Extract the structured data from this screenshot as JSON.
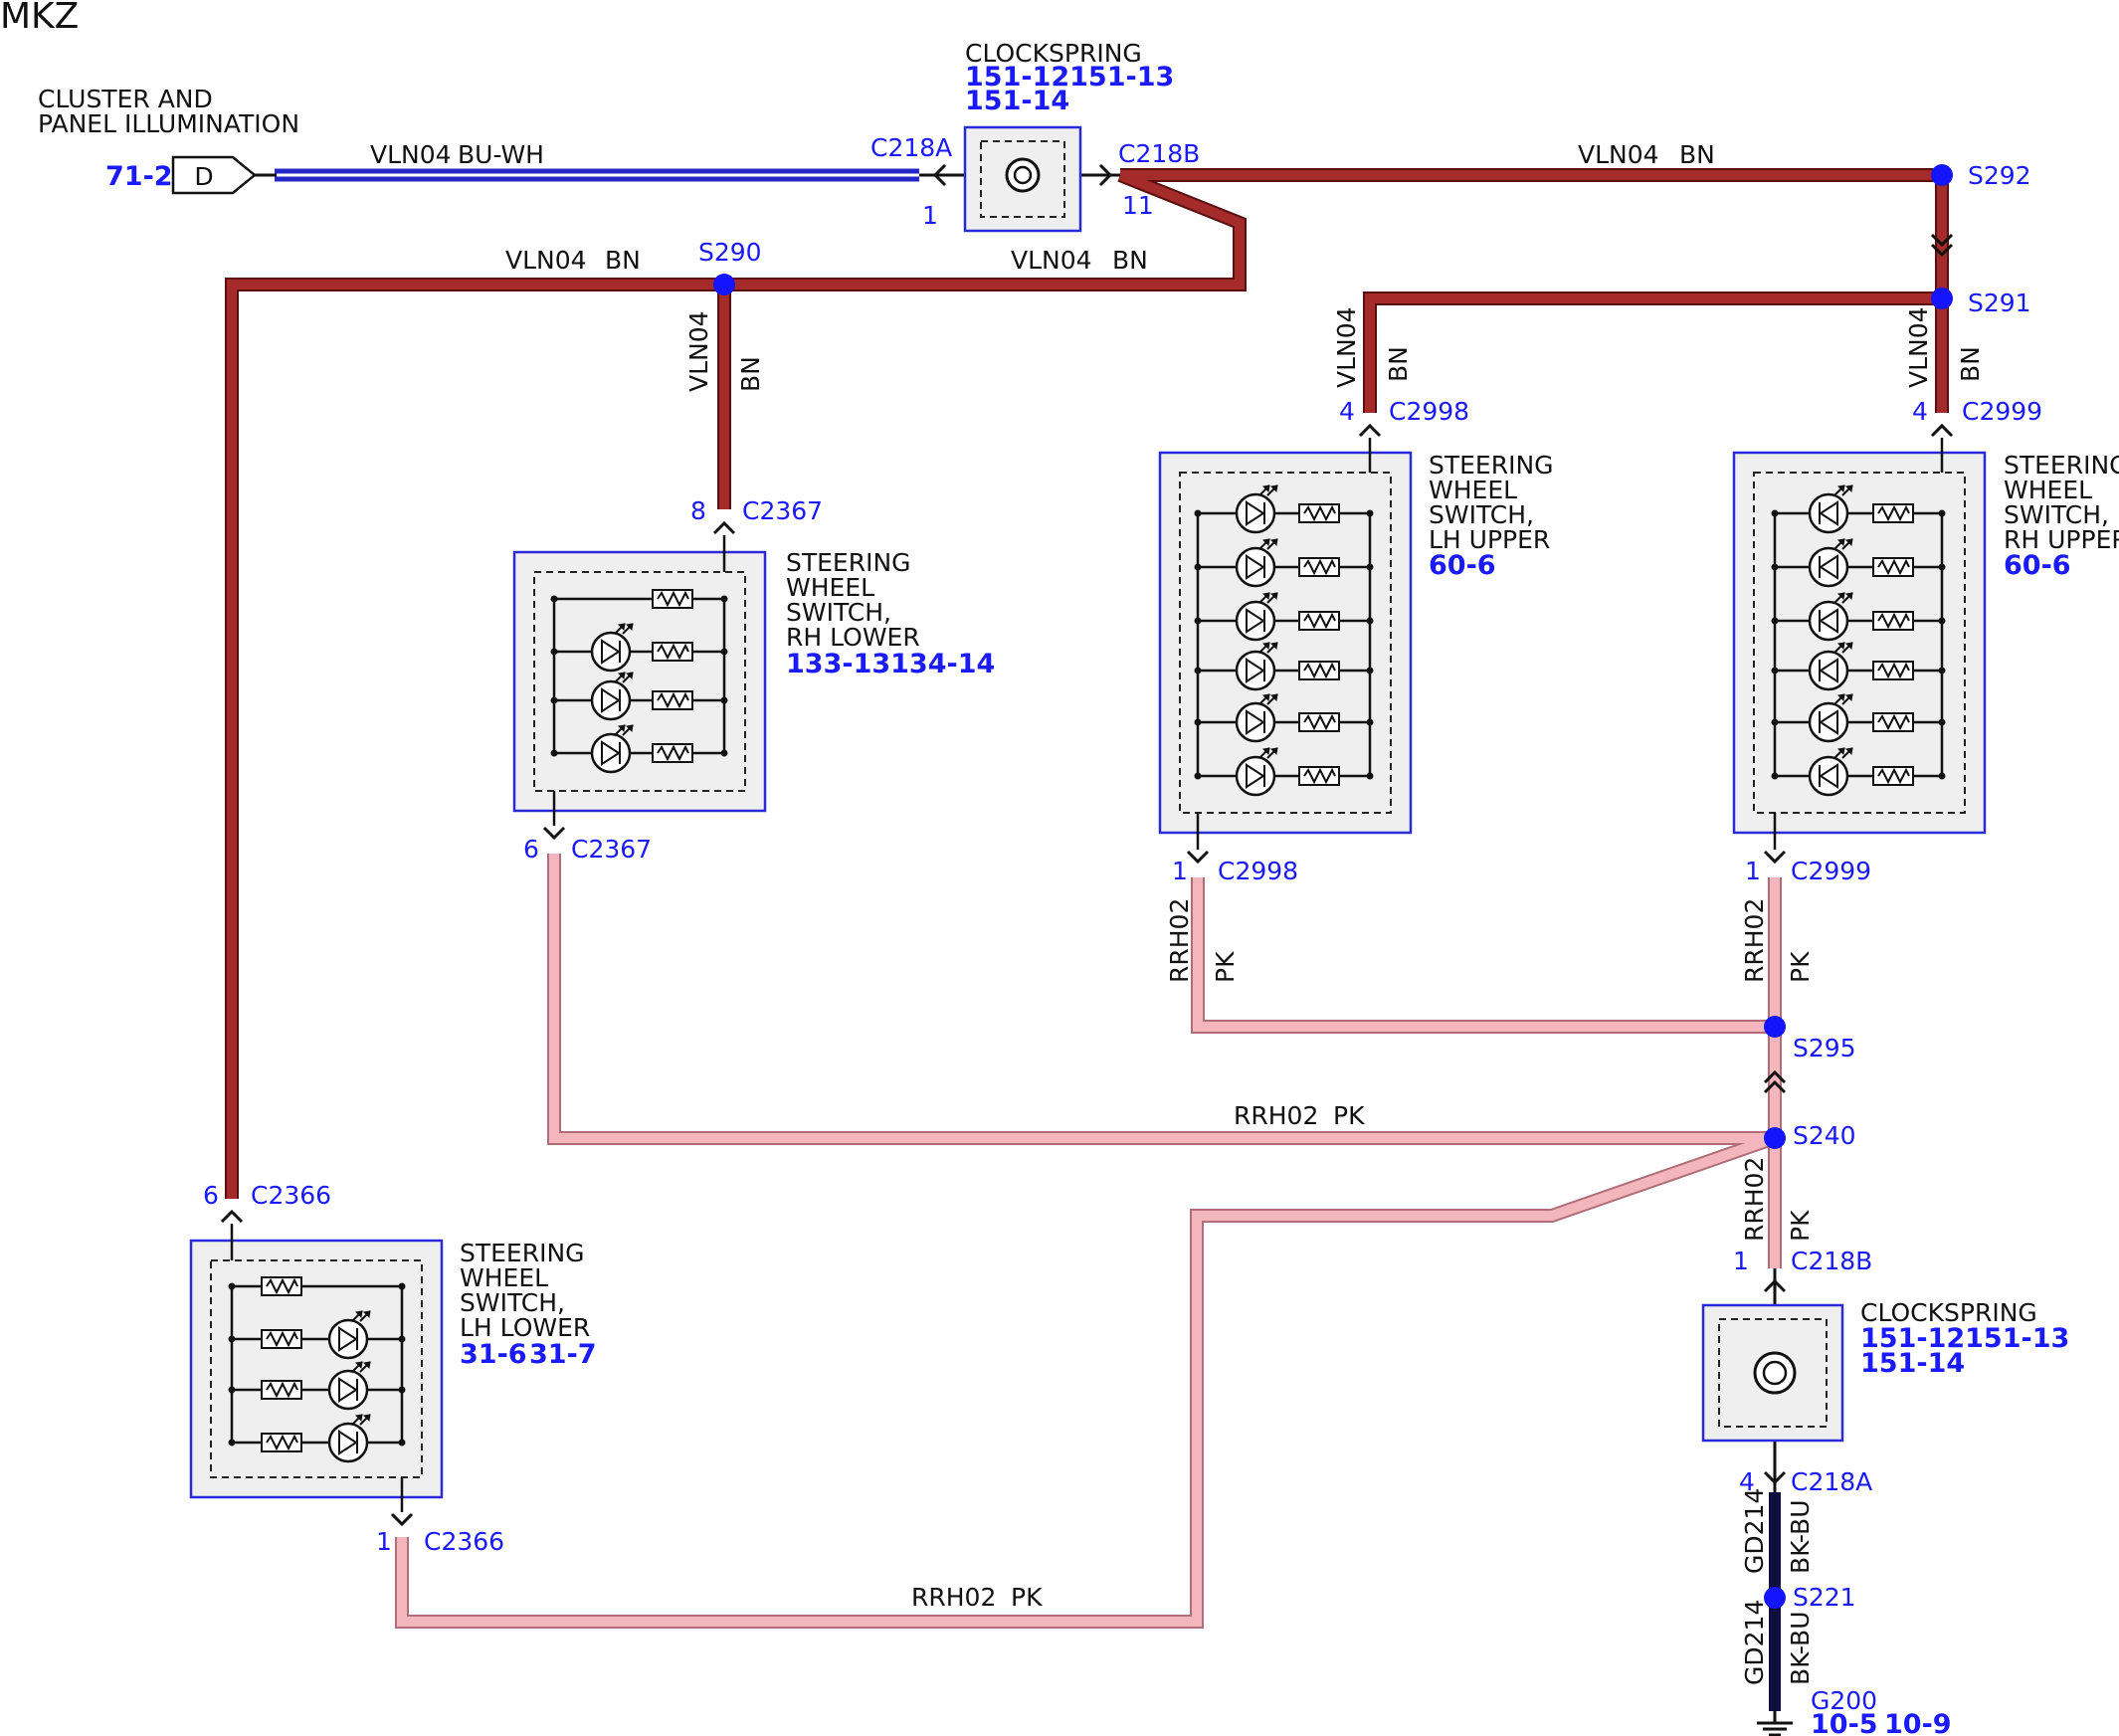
{
  "page_title": "MKZ",
  "colors": {
    "wire_bn": "#a52a2a",
    "wire_bn_edge": "#5a0f0f",
    "wire_pk": "#f4b6bd",
    "wire_pk_edge": "#b06e78",
    "wire_bu_wh": "#2525c8",
    "wire_bk_bu": "#101040",
    "splice": "#1414ff",
    "reference": "#1a1aff",
    "box_border": "#2a2ad8",
    "box_fill": "#efefef"
  },
  "source": {
    "label_line1": "CLUSTER AND",
    "label_line2": "PANEL ILLUMINATION",
    "ref": "71-2",
    "connector_letter": "D"
  },
  "clockspring_top": {
    "name": "CLOCKSPRING",
    "ref_line1": "151-12151-13",
    "ref_line2": "151-14",
    "conn_left": "C218A",
    "pin_left": "1",
    "conn_right": "C218B",
    "pin_right": "11"
  },
  "clockspring_bottom": {
    "name": "CLOCKSPRING",
    "ref_line1": "151-12151-13",
    "ref_line2": "151-14",
    "conn_top": "C218B",
    "pin_top": "1",
    "conn_bottom": "C218A",
    "pin_bottom": "4"
  },
  "wires": {
    "bu_wh": {
      "circuit": "VLN04",
      "color": "BU-WH"
    },
    "bn_top_right": {
      "circuit": "VLN04",
      "color": "BN"
    },
    "bn_left": {
      "circuit": "VLN04",
      "color": "BN"
    },
    "bn_mid": {
      "circuit": "VLN04",
      "color": "BN"
    },
    "bn_s290_down": {
      "circuit": "VLN04",
      "color": "BN"
    },
    "bn_lh_upper": {
      "circuit": "VLN04",
      "color": "BN"
    },
    "bn_rh_upper": {
      "circuit": "VLN04",
      "color": "BN"
    },
    "pk_lh_upper": {
      "circuit": "RRH02",
      "color": "PK"
    },
    "pk_rh_upper": {
      "circuit": "RRH02",
      "color": "PK"
    },
    "pk_rh_lower": {
      "circuit": "RRH02",
      "color": "PK"
    },
    "pk_lh_lower": {
      "circuit": "RRH02",
      "color": "PK"
    },
    "pk_s240_down": {
      "circuit": "RRH02",
      "color": "PK"
    },
    "gd_upper": {
      "circuit": "GD214",
      "color": "BK-BU"
    },
    "gd_lower": {
      "circuit": "GD214",
      "color": "BK-BU"
    }
  },
  "splices": {
    "s290": "S290",
    "s292": "S292",
    "s291": "S291",
    "s295": "S295",
    "s240": "S240",
    "s221": "S221"
  },
  "switches": {
    "rh_lower": {
      "line1": "STEERING",
      "line2": "WHEEL",
      "line3": "SWITCH,",
      "line4": "RH LOWER",
      "ref": "133-13134-14",
      "conn_in": "C2367",
      "pin_in": "8",
      "conn_out": "C2367",
      "pin_out": "6"
    },
    "lh_upper": {
      "line1": "STEERING",
      "line2": "WHEEL",
      "line3": "SWITCH,",
      "line4": "LH UPPER",
      "ref": "60-6",
      "conn_in": "C2998",
      "pin_in": "4",
      "conn_out": "C2998",
      "pin_out": "1"
    },
    "rh_upper": {
      "line1": "STEERING",
      "line2": "WHEEL",
      "line3": "SWITCH,",
      "line4": "RH UPPER",
      "ref": "60-6",
      "conn_in": "C2999",
      "pin_in": "4",
      "conn_out": "C2999",
      "pin_out": "1"
    },
    "lh_lower": {
      "line1": "STEERING",
      "line2": "WHEEL",
      "line3": "SWITCH,",
      "line4": "LH LOWER",
      "ref1": "31-6",
      "ref2": "31-7",
      "conn_in": "C2366",
      "pin_in": "6",
      "conn_out": "C2366",
      "pin_out": "1"
    }
  },
  "ground": {
    "name": "G200",
    "ref1": "10-5",
    "ref2": "10-9"
  }
}
